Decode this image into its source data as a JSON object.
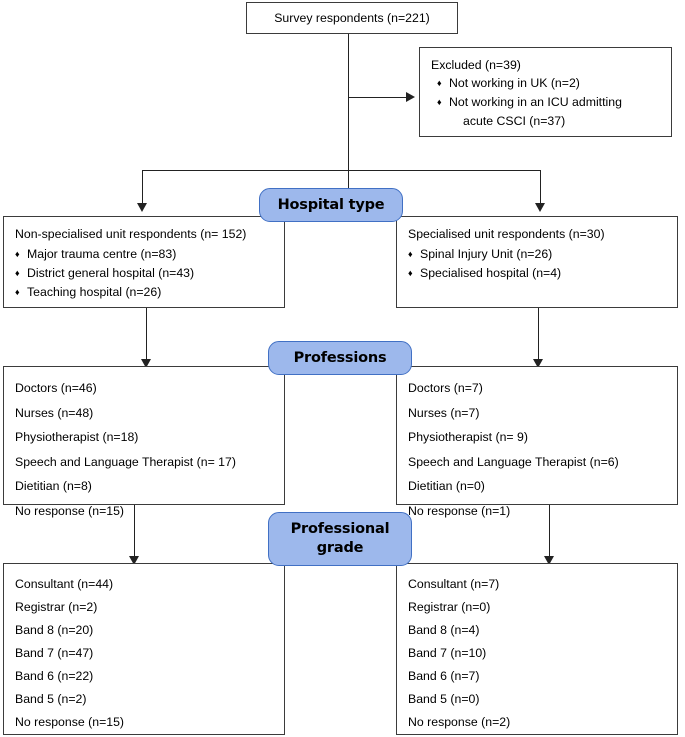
{
  "diagram": {
    "type": "flowchart",
    "title": "Survey respondent flow diagram",
    "accent_color": "#9db8ec",
    "accent_border_color": "#4170c4",
    "line_color": "#222222"
  },
  "nodes": {
    "survey": {
      "label": "Survey respondents (n=221)"
    },
    "excluded": {
      "heading": "Excluded (n=39)",
      "bullets": [
        "Not working in UK (n=2)",
        "Not working in an ICU admitting",
        "acute CSCI (n=37)"
      ]
    },
    "stage_hospital_type": {
      "label": "Hospital type"
    },
    "stage_professions": {
      "label": "Professions"
    },
    "stage_professional_grade": {
      "line1": "Professional",
      "line2": "grade"
    },
    "non_specialised": {
      "heading": "Non-specialised unit respondents (n= 152)",
      "bullets": [
        "Major trauma centre (n=83)",
        "District general hospital (n=43)",
        "Teaching hospital (n=26)"
      ]
    },
    "specialised": {
      "heading": "Specialised unit respondents (n=30)",
      "bullets": [
        "Spinal Injury Unit (n=26)",
        "Specialised hospital (n=4)"
      ]
    },
    "professions_left": {
      "items": [
        "Doctors (n=46)",
        "Nurses (n=48)",
        "Physiotherapist (n=18)",
        "Speech and Language Therapist (n= 17)",
        "Dietitian (n=8)",
        "No response (n=15)"
      ]
    },
    "professions_right": {
      "items": [
        "Doctors (n=7)",
        "Nurses (n=7)",
        "Physiotherapist (n= 9)",
        "Speech and Language Therapist (n=6)",
        "Dietitian (n=0)",
        "No response (n=1)"
      ]
    },
    "grade_left": {
      "items": [
        "Consultant (n=44)",
        "Registrar (n=2)",
        "Band 8 (n=20)",
        "Band 7 (n=47)",
        "Band 6 (n=22)",
        "Band 5 (n=2)",
        "No response (n=15)"
      ]
    },
    "grade_right": {
      "items": [
        "Consultant (n=7)",
        "Registrar (n=0)",
        "Band 8 (n=4)",
        "Band 7 (n=10)",
        "Band 6 (n=7)",
        "Band 5 (n=0)",
        "No response (n=2)"
      ]
    }
  }
}
